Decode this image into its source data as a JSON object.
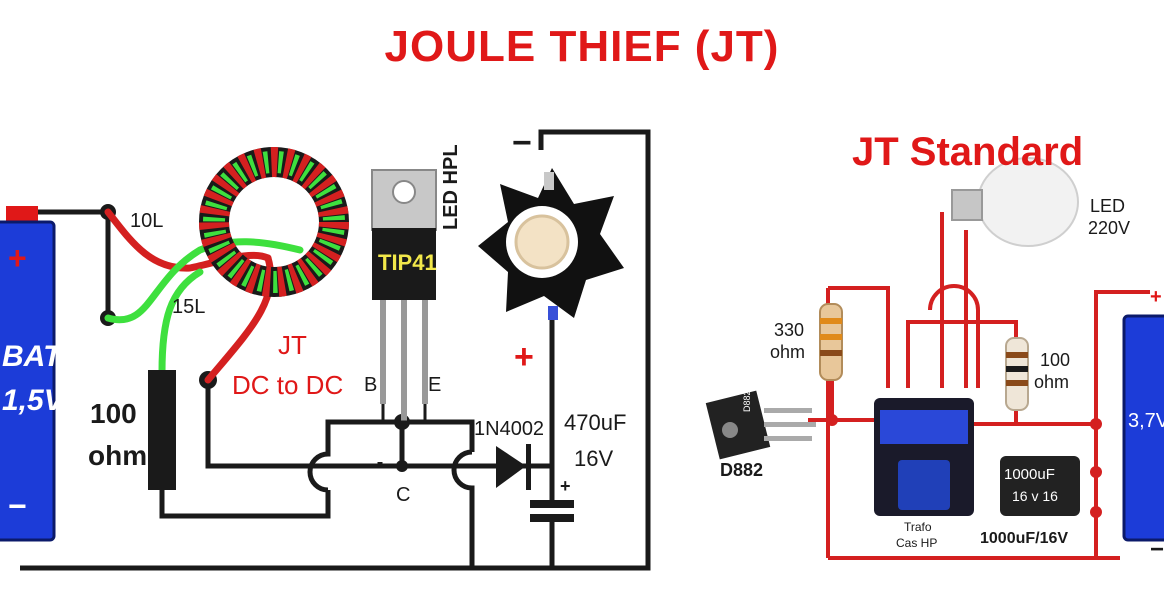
{
  "title": "JOULE THIEF (JT)",
  "left": {
    "battery": {
      "plus": "+",
      "label_1": "BAT",
      "label_2": "1,5V",
      "minus": "−"
    },
    "coil_10": "10L",
    "coil_15": "15L",
    "jt": "JT",
    "dc_to_dc": "DC to DC",
    "transistor": "TIP41",
    "pin_b": "B",
    "pin_e": "E",
    "pin_c": "C",
    "resistor_value": "100",
    "resistor_unit": "ohm",
    "diode": "1N4002",
    "cap_value": "470uF",
    "cap_voltage": "16V",
    "led": "LED HPL",
    "led_minus": "−",
    "led_plus": "+",
    "cap_plus": "+"
  },
  "right": {
    "title": "JT Standard",
    "led_1": "LED",
    "led_2": "220V",
    "r1_value": "330",
    "r1_unit": "ohm",
    "r2_value": "100",
    "r2_unit": "ohm",
    "transistor": "D882",
    "transistor_mark": "D882",
    "trafo_1": "Trafo",
    "trafo_2": "Cas HP",
    "cap_mark_1": "1000uF",
    "cap_mark_2": "16 v 16",
    "cap_label": "1000uF/16V",
    "battery": "3,7V",
    "bat_plus": "+",
    "bat_minus": "−"
  },
  "colors": {
    "title": "#e01818",
    "wire": "#1a1a1a",
    "red_wire": "#d42020",
    "green_wire": "#3ee03e",
    "battery": "#1c3cd8",
    "right_wire": "#d42020"
  }
}
